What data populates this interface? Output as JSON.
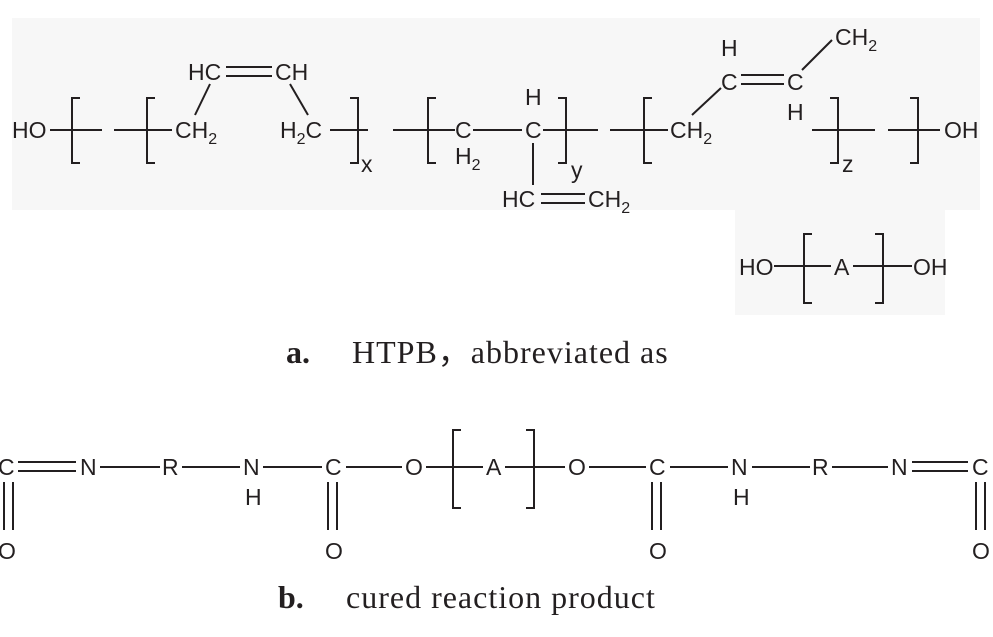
{
  "htpb": {
    "ho_left": "HO",
    "oh_right": "OH",
    "hc_cis": "HC",
    "ch_cis": "CH",
    "ch2_a": "CH",
    "h2c_a": "H",
    "c_a": "C",
    "sub_x": "x",
    "c_y1": "C",
    "h2_y1": "H",
    "h_y2": "H",
    "c_y2": "C",
    "sub_y": "y",
    "hc_vinyl": "HC",
    "ch2_vinyl": "CH",
    "ch2_z": "CH",
    "h_z_top": "H",
    "c_z1": "C",
    "c_z2": "C",
    "h_z_bottom": "H",
    "ch2_z_end": "CH",
    "sub_z": "z",
    "two": "2"
  },
  "abbrev": {
    "ho": "HO",
    "a": "A",
    "oh": "OH"
  },
  "caption_a": {
    "letter": "a.",
    "text": "HTPB，abbreviated as"
  },
  "cured": {
    "c": "C",
    "n": "N",
    "r": "R",
    "h": "H",
    "o": "O",
    "a": "A"
  },
  "caption_b": {
    "letter": "b.",
    "text": "cured reaction product"
  }
}
